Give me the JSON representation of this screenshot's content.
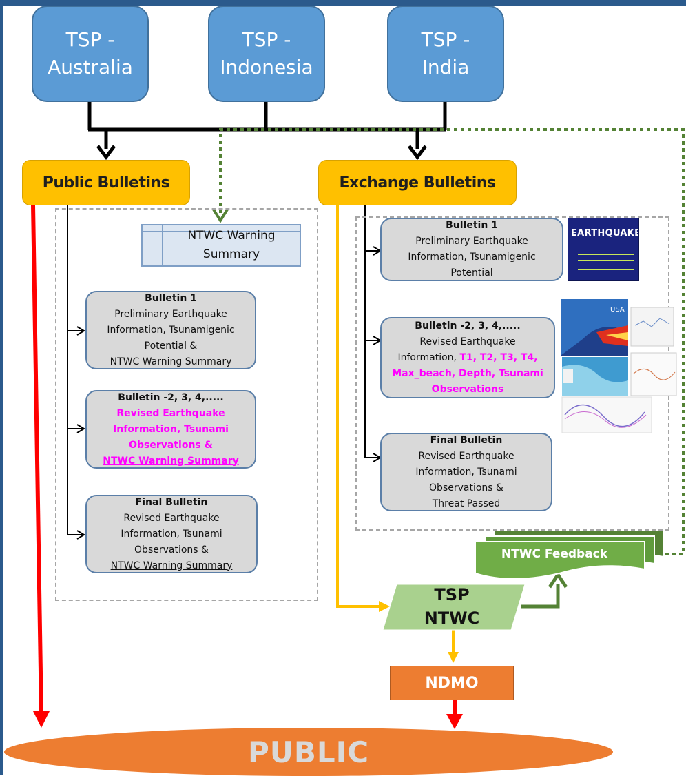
{
  "providers": [
    {
      "line1": "TSP -",
      "line2": "Australia"
    },
    {
      "line1": "TSP -",
      "line2": "Indonesia"
    },
    {
      "line1": "TSP -",
      "line2": "India"
    }
  ],
  "public_bulletins": {
    "header": "Public Bulletins",
    "ntwc_summary": {
      "line1": "NTWC Warning",
      "line2": "Summary"
    },
    "items": [
      {
        "title": "Bulletin 1",
        "lines": [
          "Preliminary Earthquake",
          "Information, Tsunamigenic",
          "Potential &",
          "NTWC Warning Summary"
        ]
      },
      {
        "title": "Bulletin -2, 3, 4,.....",
        "lines": [
          "Revised Earthquake",
          "Information, Tsunami",
          "Observations &",
          "NTWC Warning Summary"
        ]
      },
      {
        "title": "Final Bulletin",
        "lines": [
          "Revised Earthquake",
          "Information, Tsunami",
          "Observations &",
          "NTWC Warning Summary"
        ]
      }
    ]
  },
  "exchange_bulletins": {
    "header": "Exchange Bulletins",
    "items": [
      {
        "title": "Bulletin 1",
        "lines": [
          "Preliminary Earthquake",
          "Information, Tsunamigenic",
          "Potential"
        ]
      },
      {
        "title": "Bulletin -2, 3, 4,.....",
        "lines": [
          "Revised Earthquake",
          "Information,",
          "T1, T2, T3, T4,",
          "Max_beach, Depth, Tsunami",
          "Observations"
        ]
      },
      {
        "title": "Final Bulletin",
        "lines": [
          "Revised Earthquake",
          "Information, Tsunami",
          "Observations &",
          "Threat Passed"
        ]
      }
    ],
    "thumbnail_label": "EARTHQUAKE",
    "thumbnail_map_label": "USA"
  },
  "feedback": "NTWC  Feedback",
  "tsp_ntwc": {
    "line1": "TSP",
    "line2": "NTWC"
  },
  "ndmo": "NDMO",
  "public": "PUBLIC",
  "colors": {
    "provider": "#5b9bd5",
    "header": "#ffc000",
    "bulletin": "#d9d9d9",
    "highlight": "#ff00ff",
    "feedback": "#70ad47",
    "ndmo": "#ed7d31",
    "public": "#ed7d31",
    "red_arrow": "#ff0000",
    "yellow_arrow": "#ffc000"
  }
}
